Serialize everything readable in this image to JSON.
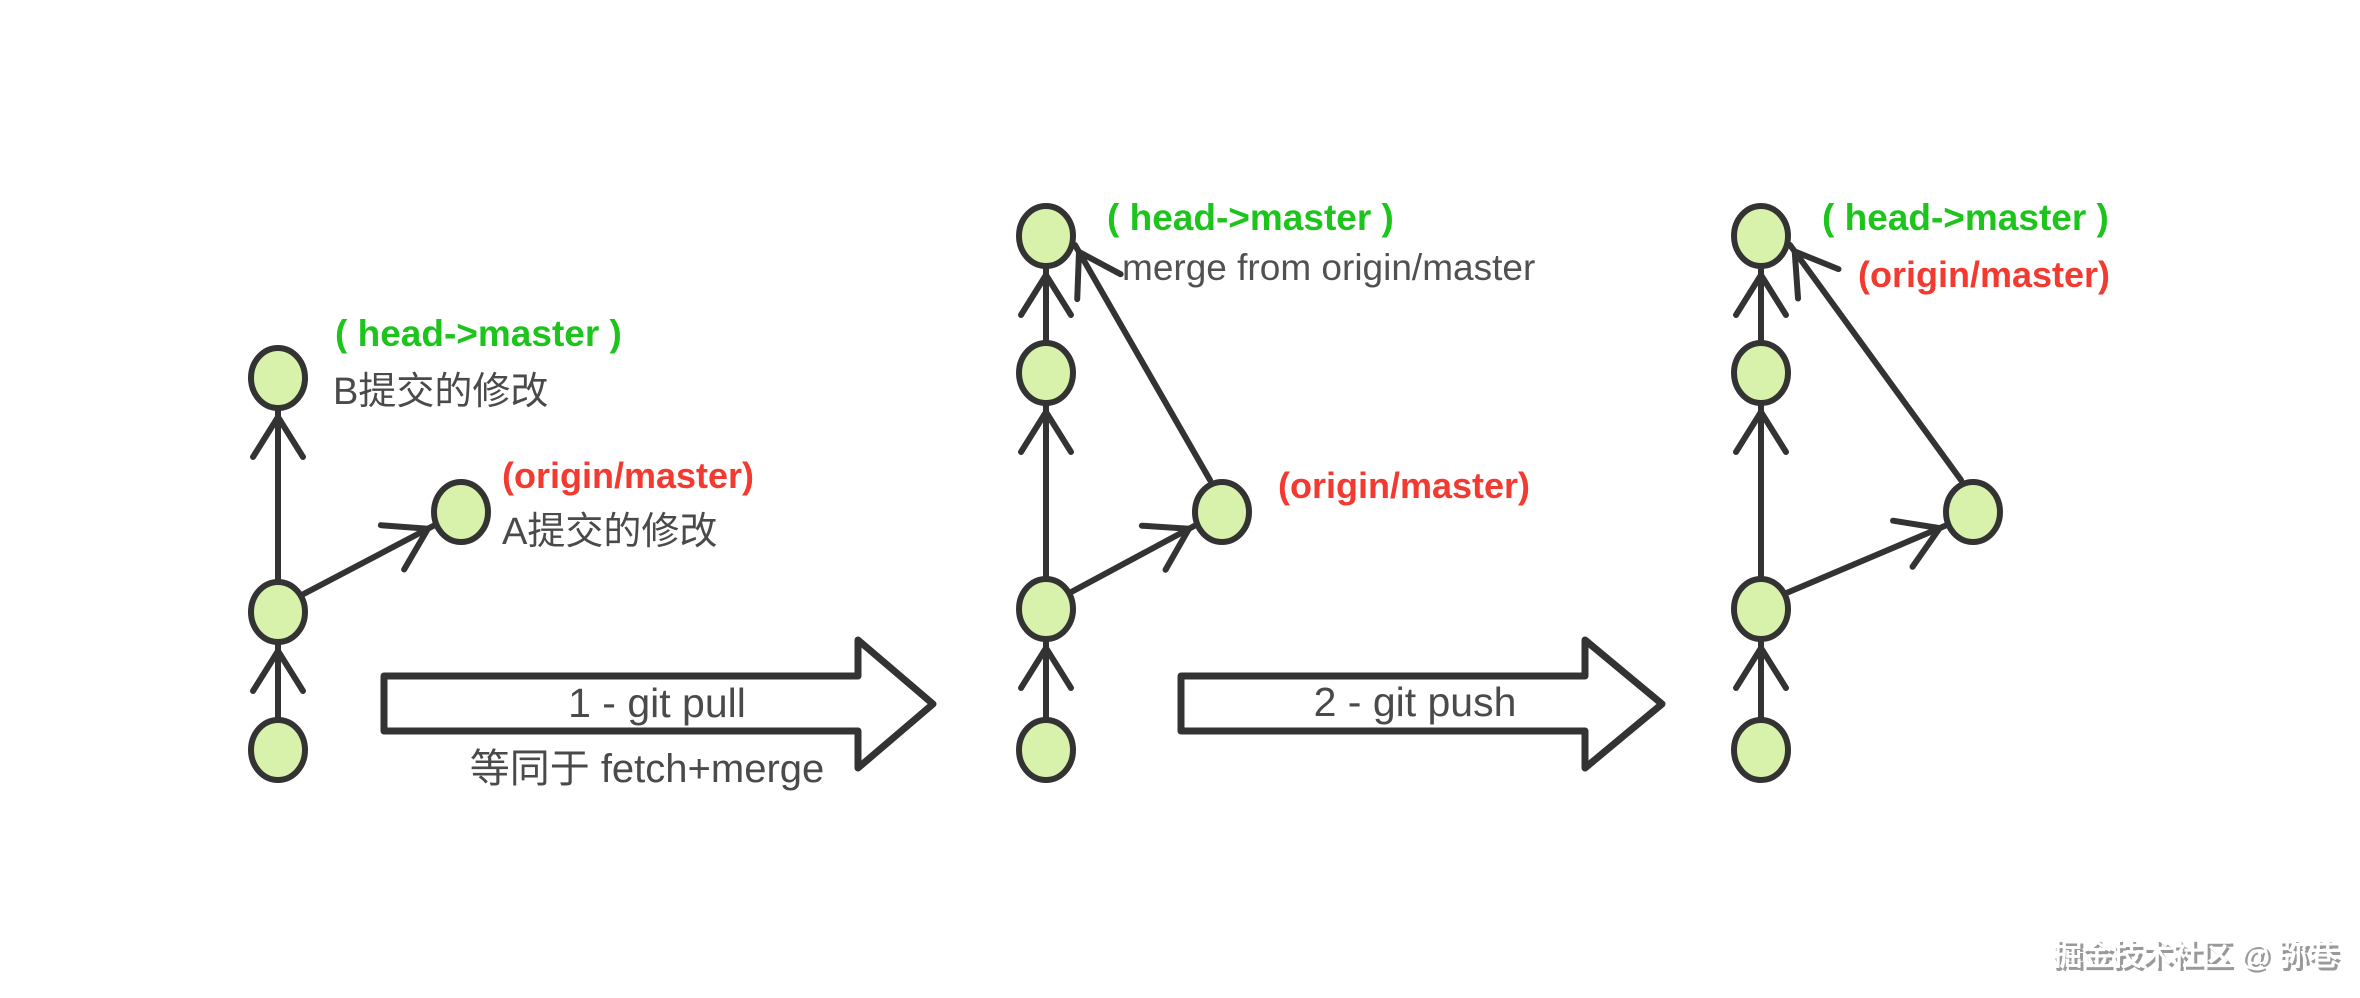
{
  "colors": {
    "background": "#ffffff",
    "green_label": "#1cc41c",
    "red_label": "#f23a31",
    "text_dark": "#4a4a4a",
    "text_medium": "#515151",
    "node_fill": "#d8f2ab",
    "stroke": "#333333",
    "arrow_fill": "#ffffff",
    "watermark_fill": "#ffffff",
    "watermark_shadow": "#8f8f8f"
  },
  "panels": {
    "local": {
      "head_label": "( head->master )",
      "commit_b_note": "B提交的修改",
      "origin_label": "(origin/master)",
      "commit_a_note": "A提交的修改"
    },
    "after_pull": {
      "head_label": "( head->master )",
      "merge_note": "merge from origin/master",
      "origin_label": "(origin/master)"
    },
    "after_push": {
      "head_label": "( head->master )",
      "origin_label": "(origin/master)"
    }
  },
  "steps": {
    "pull": {
      "title": "1 - git pull",
      "subtitle": "等同于 fetch+merge"
    },
    "push": {
      "title": "2 - git push"
    }
  },
  "watermark": {
    "text": "掘金技术社区 @ 弥巷"
  }
}
